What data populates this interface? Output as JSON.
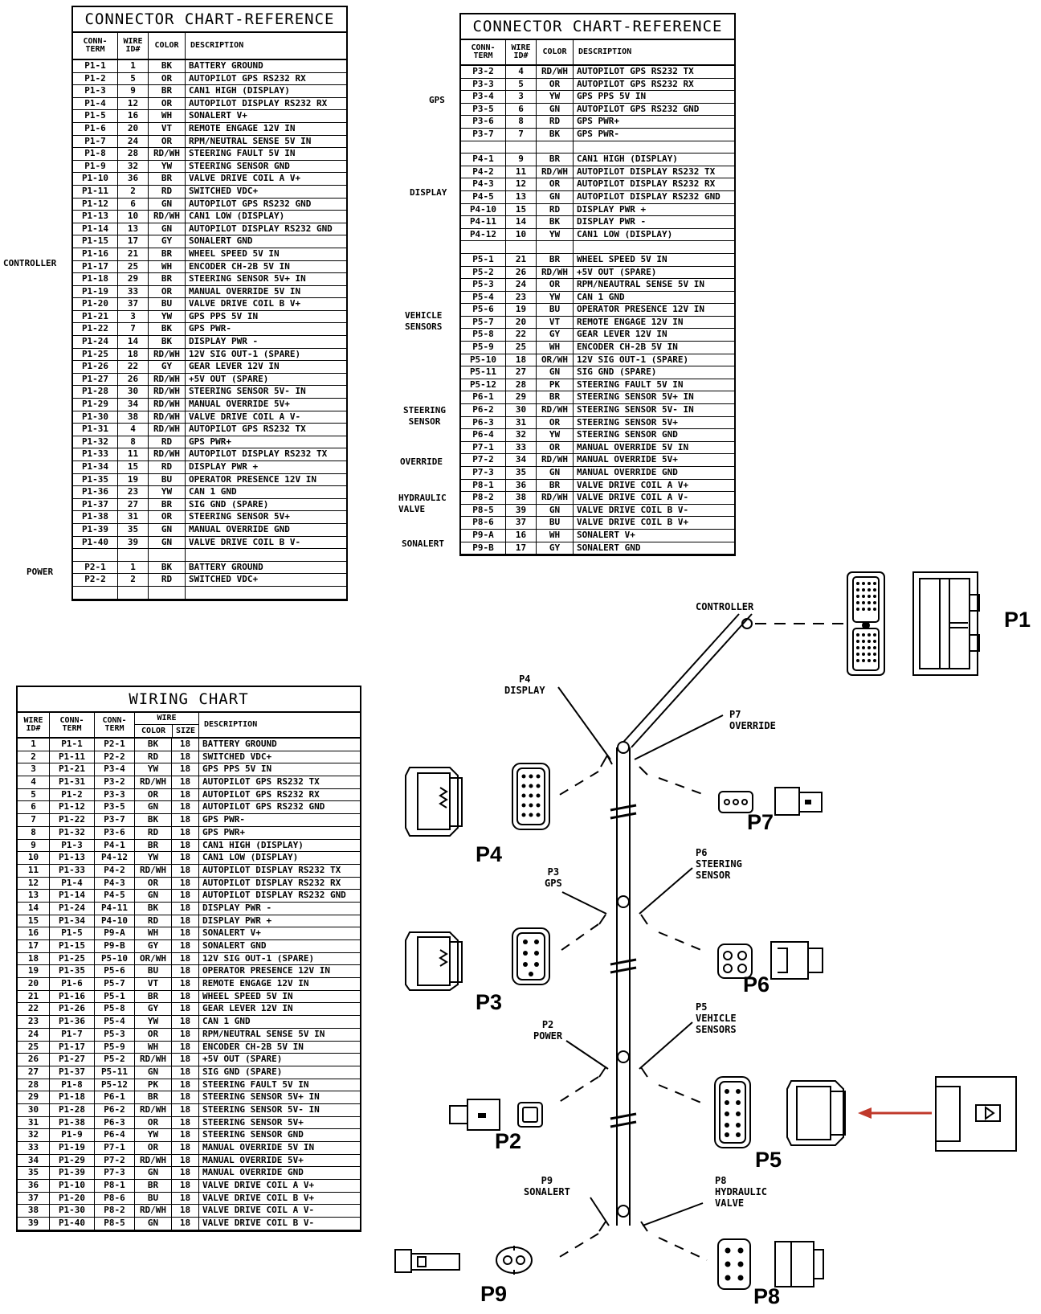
{
  "connector_chart_1": {
    "title": "CONNECTOR CHART-REFERENCE",
    "headers": {
      "term": "CONN-\nTERM",
      "wire": "WIRE\nID#",
      "color": "COLOR",
      "desc": "DESCRIPTION"
    },
    "groups": [
      {
        "label": "CONTROLLER"
      },
      {
        "label": "POWER"
      }
    ],
    "rows": [
      [
        "P1-1",
        "1",
        "BK",
        "BATTERY GROUND"
      ],
      [
        "P1-2",
        "5",
        "OR",
        "AUTOPILOT GPS RS232 RX"
      ],
      [
        "P1-3",
        "9",
        "BR",
        "CAN1 HIGH (DISPLAY)"
      ],
      [
        "P1-4",
        "12",
        "OR",
        "AUTOPILOT DISPLAY RS232 RX"
      ],
      [
        "P1-5",
        "16",
        "WH",
        "SONALERT V+"
      ],
      [
        "P1-6",
        "20",
        "VT",
        "REMOTE ENGAGE 12V IN"
      ],
      [
        "P1-7",
        "24",
        "OR",
        "RPM/NEUTRAL SENSE 5V IN"
      ],
      [
        "P1-8",
        "28",
        "RD/WH",
        "STEERING FAULT 5V IN"
      ],
      [
        "P1-9",
        "32",
        "YW",
        "STEERING SENSOR GND"
      ],
      [
        "P1-10",
        "36",
        "BR",
        "VALVE DRIVE COIL A V+"
      ],
      [
        "P1-11",
        "2",
        "RD",
        "SWITCHED VDC+"
      ],
      [
        "P1-12",
        "6",
        "GN",
        "AUTOPILOT GPS RS232 GND"
      ],
      [
        "P1-13",
        "10",
        "RD/WH",
        "CAN1 LOW (DISPLAY)"
      ],
      [
        "P1-14",
        "13",
        "GN",
        "AUTOPILOT DISPLAY RS232 GND"
      ],
      [
        "P1-15",
        "17",
        "GY",
        "SONALERT GND"
      ],
      [
        "P1-16",
        "21",
        "BR",
        "WHEEL SPEED 5V IN"
      ],
      [
        "P1-17",
        "25",
        "WH",
        "ENCODER CH-2B 5V IN"
      ],
      [
        "P1-18",
        "29",
        "BR",
        "STEERING SENSOR 5V+ IN"
      ],
      [
        "P1-19",
        "33",
        "OR",
        "MANUAL OVERRIDE 5V IN"
      ],
      [
        "P1-20",
        "37",
        "BU",
        "VALVE DRIVE COIL B V+"
      ],
      [
        "P1-21",
        "3",
        "YW",
        "GPS PPS 5V IN"
      ],
      [
        "P1-22",
        "7",
        "BK",
        "GPS PWR-"
      ],
      [
        "P1-24",
        "14",
        "BK",
        "DISPLAY PWR -"
      ],
      [
        "P1-25",
        "18",
        "RD/WH",
        "12V SIG OUT-1 (SPARE)"
      ],
      [
        "P1-26",
        "22",
        "GY",
        "GEAR LEVER 12V IN"
      ],
      [
        "P1-27",
        "26",
        "RD/WH",
        "+5V OUT (SPARE)"
      ],
      [
        "P1-28",
        "30",
        "RD/WH",
        "STEERING SENSOR 5V- IN"
      ],
      [
        "P1-29",
        "34",
        "RD/WH",
        "MANUAL OVERRIDE 5V+"
      ],
      [
        "P1-30",
        "38",
        "RD/WH",
        "VALVE DRIVE COIL A V-"
      ],
      [
        "P1-31",
        "4",
        "RD/WH",
        "AUTOPILOT GPS RS232 TX"
      ],
      [
        "P1-32",
        "8",
        "RD",
        "GPS PWR+"
      ],
      [
        "P1-33",
        "11",
        "RD/WH",
        "AUTOPILOT DISPLAY RS232 TX"
      ],
      [
        "P1-34",
        "15",
        "RD",
        "DISPLAY PWR +"
      ],
      [
        "P1-35",
        "19",
        "BU",
        "OPERATOR PRESENCE 12V IN"
      ],
      [
        "P1-36",
        "23",
        "YW",
        "CAN 1 GND"
      ],
      [
        "P1-37",
        "27",
        "BR",
        "SIG GND (SPARE)"
      ],
      [
        "P1-38",
        "31",
        "OR",
        "STEERING SENSOR 5V+"
      ],
      [
        "P1-39",
        "35",
        "GN",
        "MANUAL OVERRIDE GND"
      ],
      [
        "P1-40",
        "39",
        "GN",
        "VALVE DRIVE COIL B V-"
      ],
      [
        "",
        "",
        "",
        ""
      ],
      [
        "P2-1",
        "1",
        "BK",
        "BATTERY GROUND"
      ],
      [
        "P2-2",
        "2",
        "RD",
        "SWITCHED VDC+"
      ],
      [
        "",
        "",
        "",
        ""
      ]
    ]
  },
  "connector_chart_2": {
    "title": "CONNECTOR CHART-REFERENCE",
    "headers": {
      "term": "CONN-\nTERM",
      "wire": "WIRE\nID#",
      "color": "COLOR",
      "desc": "DESCRIPTION"
    },
    "groups": [
      {
        "label": "GPS"
      },
      {
        "label": "DISPLAY"
      },
      {
        "label": "VEHICLE\nSENSORS"
      },
      {
        "label": "STEERING\nSENSOR"
      },
      {
        "label": "OVERRIDE"
      },
      {
        "label": "HYDRAULIC\nVALVE"
      },
      {
        "label": "SONALERT"
      }
    ],
    "rows": [
      [
        "P3-2",
        "4",
        "RD/WH",
        "AUTOPILOT GPS RS232 TX"
      ],
      [
        "P3-3",
        "5",
        "OR",
        "AUTOPILOT GPS RS232 RX"
      ],
      [
        "P3-4",
        "3",
        "YW",
        "GPS PPS 5V IN"
      ],
      [
        "P3-5",
        "6",
        "GN",
        "AUTOPILOT GPS RS232 GND"
      ],
      [
        "P3-6",
        "8",
        "RD",
        "GPS PWR+"
      ],
      [
        "P3-7",
        "7",
        "BK",
        "GPS PWR-"
      ],
      [
        "",
        "",
        "",
        ""
      ],
      [
        "P4-1",
        "9",
        "BR",
        "CAN1 HIGH (DISPLAY)"
      ],
      [
        "P4-2",
        "11",
        "RD/WH",
        "AUTOPILOT DISPLAY RS232 TX"
      ],
      [
        "P4-3",
        "12",
        "OR",
        "AUTOPILOT DISPLAY RS232 RX"
      ],
      [
        "P4-5",
        "13",
        "GN",
        "AUTOPILOT DISPLAY RS232 GND"
      ],
      [
        "P4-10",
        "15",
        "RD",
        "DISPLAY PWR +"
      ],
      [
        "P4-11",
        "14",
        "BK",
        "DISPLAY PWR -"
      ],
      [
        "P4-12",
        "10",
        "YW",
        "CAN1 LOW (DISPLAY)"
      ],
      [
        "",
        "",
        "",
        ""
      ],
      [
        "P5-1",
        "21",
        "BR",
        "WHEEL SPEED 5V IN"
      ],
      [
        "P5-2",
        "26",
        "RD/WH",
        "+5V OUT (SPARE)"
      ],
      [
        "P5-3",
        "24",
        "OR",
        "RPM/NEAUTRAL SENSE 5V IN"
      ],
      [
        "P5-4",
        "23",
        "YW",
        "CAN 1 GND"
      ],
      [
        "P5-6",
        "19",
        "BU",
        "OPERATOR PRESENCE 12V IN"
      ],
      [
        "P5-7",
        "20",
        "VT",
        "REMOTE ENGAGE 12V IN"
      ],
      [
        "P5-8",
        "22",
        "GY",
        "GEAR LEVER 12V IN"
      ],
      [
        "P5-9",
        "25",
        "WH",
        "ENCODER CH-2B 5V IN"
      ],
      [
        "P5-10",
        "18",
        "OR/WH",
        "12V SIG OUT-1 (SPARE)"
      ],
      [
        "P5-11",
        "27",
        "GN",
        "SIG GND (SPARE)"
      ],
      [
        "P5-12",
        "28",
        "PK",
        "STEERING FAULT 5V IN"
      ],
      [
        "P6-1",
        "29",
        "BR",
        "STEERING SENSOR 5V+ IN"
      ],
      [
        "P6-2",
        "30",
        "RD/WH",
        "STEERING SENSOR 5V- IN"
      ],
      [
        "P6-3",
        "31",
        "OR",
        "STEERING SENSOR 5V+"
      ],
      [
        "P6-4",
        "32",
        "YW",
        "STEERING SENSOR GND"
      ],
      [
        "P7-1",
        "33",
        "OR",
        "MANUAL OVERRIDE 5V IN"
      ],
      [
        "P7-2",
        "34",
        "RD/WH",
        "MANUAL OVERRIDE 5V+"
      ],
      [
        "P7-3",
        "35",
        "GN",
        "MANUAL OVERRIDE GND"
      ],
      [
        "P8-1",
        "36",
        "BR",
        "VALVE DRIVE COIL A V+"
      ],
      [
        "P8-2",
        "38",
        "RD/WH",
        "VALVE DRIVE COIL A V-"
      ],
      [
        "P8-5",
        "39",
        "GN",
        "VALVE DRIVE COIL B V-"
      ],
      [
        "P8-6",
        "37",
        "BU",
        "VALVE DRIVE COIL B V+"
      ],
      [
        "P9-A",
        "16",
        "WH",
        "SONALERT V+"
      ],
      [
        "P9-B",
        "17",
        "GY",
        "SONALERT GND"
      ]
    ]
  },
  "wiring_chart": {
    "title": "WIRING CHART",
    "headers": {
      "wire": "WIRE\nID#",
      "term1": "CONN-\nTERM",
      "term2": "CONN-\nTERM",
      "wire_group": "WIRE",
      "color": "COLOR",
      "size": "SIZE",
      "desc": "DESCRIPTION"
    },
    "rows": [
      [
        "1",
        "P1-1",
        "P2-1",
        "BK",
        "18",
        "BATTERY GROUND"
      ],
      [
        "2",
        "P1-11",
        "P2-2",
        "RD",
        "18",
        "SWITCHED VDC+"
      ],
      [
        "3",
        "P1-21",
        "P3-4",
        "YW",
        "18",
        "GPS PPS 5V IN"
      ],
      [
        "4",
        "P1-31",
        "P3-2",
        "RD/WH",
        "18",
        "AUTOPILOT GPS RS232 TX"
      ],
      [
        "5",
        "P1-2",
        "P3-3",
        "OR",
        "18",
        "AUTOPILOT GPS RS232 RX"
      ],
      [
        "6",
        "P1-12",
        "P3-5",
        "GN",
        "18",
        "AUTOPILOT GPS RS232 GND"
      ],
      [
        "7",
        "P1-22",
        "P3-7",
        "BK",
        "18",
        "GPS PWR-"
      ],
      [
        "8",
        "P1-32",
        "P3-6",
        "RD",
        "18",
        "GPS PWR+"
      ],
      [
        "9",
        "P1-3",
        "P4-1",
        "BR",
        "18",
        "CAN1 HIGH (DISPLAY)"
      ],
      [
        "10",
        "P1-13",
        "P4-12",
        "YW",
        "18",
        "CAN1 LOW (DISPLAY)"
      ],
      [
        "11",
        "P1-33",
        "P4-2",
        "RD/WH",
        "18",
        "AUTOPILOT DISPLAY RS232 TX"
      ],
      [
        "12",
        "P1-4",
        "P4-3",
        "OR",
        "18",
        "AUTOPILOT DISPLAY RS232 RX"
      ],
      [
        "13",
        "P1-14",
        "P4-5",
        "GN",
        "18",
        "AUTOPILOT DISPLAY RS232 GND"
      ],
      [
        "14",
        "P1-24",
        "P4-11",
        "BK",
        "18",
        "DISPLAY PWR -"
      ],
      [
        "15",
        "P1-34",
        "P4-10",
        "RD",
        "18",
        "DISPLAY PWR +"
      ],
      [
        "16",
        "P1-5",
        "P9-A",
        "WH",
        "18",
        "SONALERT V+"
      ],
      [
        "17",
        "P1-15",
        "P9-B",
        "GY",
        "18",
        "SONALERT GND"
      ],
      [
        "18",
        "P1-25",
        "P5-10",
        "OR/WH",
        "18",
        "12V SIG OUT-1 (SPARE)"
      ],
      [
        "19",
        "P1-35",
        "P5-6",
        "BU",
        "18",
        "OPERATOR PRESENCE 12V IN"
      ],
      [
        "20",
        "P1-6",
        "P5-7",
        "VT",
        "18",
        "REMOTE ENGAGE 12V IN"
      ],
      [
        "21",
        "P1-16",
        "P5-1",
        "BR",
        "18",
        "WHEEL SPEED 5V IN"
      ],
      [
        "22",
        "P1-26",
        "P5-8",
        "GY",
        "18",
        "GEAR LEVER 12V IN"
      ],
      [
        "23",
        "P1-36",
        "P5-4",
        "YW",
        "18",
        "CAN 1 GND"
      ],
      [
        "24",
        "P1-7",
        "P5-3",
        "OR",
        "18",
        "RPM/NEUTRAL SENSE 5V IN"
      ],
      [
        "25",
        "P1-17",
        "P5-9",
        "WH",
        "18",
        "ENCODER CH-2B 5V IN"
      ],
      [
        "26",
        "P1-27",
        "P5-2",
        "RD/WH",
        "18",
        "+5V OUT (SPARE)"
      ],
      [
        "27",
        "P1-37",
        "P5-11",
        "GN",
        "18",
        "SIG GND (SPARE)"
      ],
      [
        "28",
        "P1-8",
        "P5-12",
        "PK",
        "18",
        "STEERING FAULT 5V IN"
      ],
      [
        "29",
        "P1-18",
        "P6-1",
        "BR",
        "18",
        "STEERING SENSOR 5V+ IN"
      ],
      [
        "30",
        "P1-28",
        "P6-2",
        "RD/WH",
        "18",
        "STEERING SENSOR 5V- IN"
      ],
      [
        "31",
        "P1-38",
        "P6-3",
        "OR",
        "18",
        "STEERING SENSOR 5V+"
      ],
      [
        "32",
        "P1-9",
        "P6-4",
        "YW",
        "18",
        "STEERING SENSOR GND"
      ],
      [
        "33",
        "P1-19",
        "P7-1",
        "OR",
        "18",
        "MANUAL OVERRIDE 5V IN"
      ],
      [
        "34",
        "P1-29",
        "P7-2",
        "RD/WH",
        "18",
        "MANUAL OVERRIDE 5V+"
      ],
      [
        "35",
        "P1-39",
        "P7-3",
        "GN",
        "18",
        "MANUAL OVERRIDE GND"
      ],
      [
        "36",
        "P1-10",
        "P8-1",
        "BR",
        "18",
        "VALVE DRIVE COIL A V+"
      ],
      [
        "37",
        "P1-20",
        "P8-6",
        "BU",
        "18",
        "VALVE DRIVE COIL B V+"
      ],
      [
        "38",
        "P1-30",
        "P8-2",
        "RD/WH",
        "18",
        "VALVE DRIVE COIL A V-"
      ],
      [
        "39",
        "P1-40",
        "P8-5",
        "GN",
        "18",
        "VALVE DRIVE COIL B V-"
      ]
    ]
  },
  "harness": {
    "branch_labels": {
      "controller": "CONTROLLER",
      "p4": "P4\nDISPLAY",
      "p7": "P7\nOVERRIDE",
      "p3": "P3\nGPS",
      "p6": "P6\nSTEERING\nSENSOR",
      "p2": "P2\nPOWER",
      "p5": "P5\nVEHICLE\nSENSORS",
      "p9": "P9\nSONALERT",
      "p8": "P8\nHYDRAULIC\nVALVE"
    },
    "connectors": {
      "p1": "P1",
      "p2": "P2",
      "p3": "P3",
      "p4": "P4",
      "p5": "P5",
      "p6": "P6",
      "p7": "P7",
      "p8": "P8",
      "p9": "P9"
    },
    "arrow_color": "#c0392b"
  }
}
